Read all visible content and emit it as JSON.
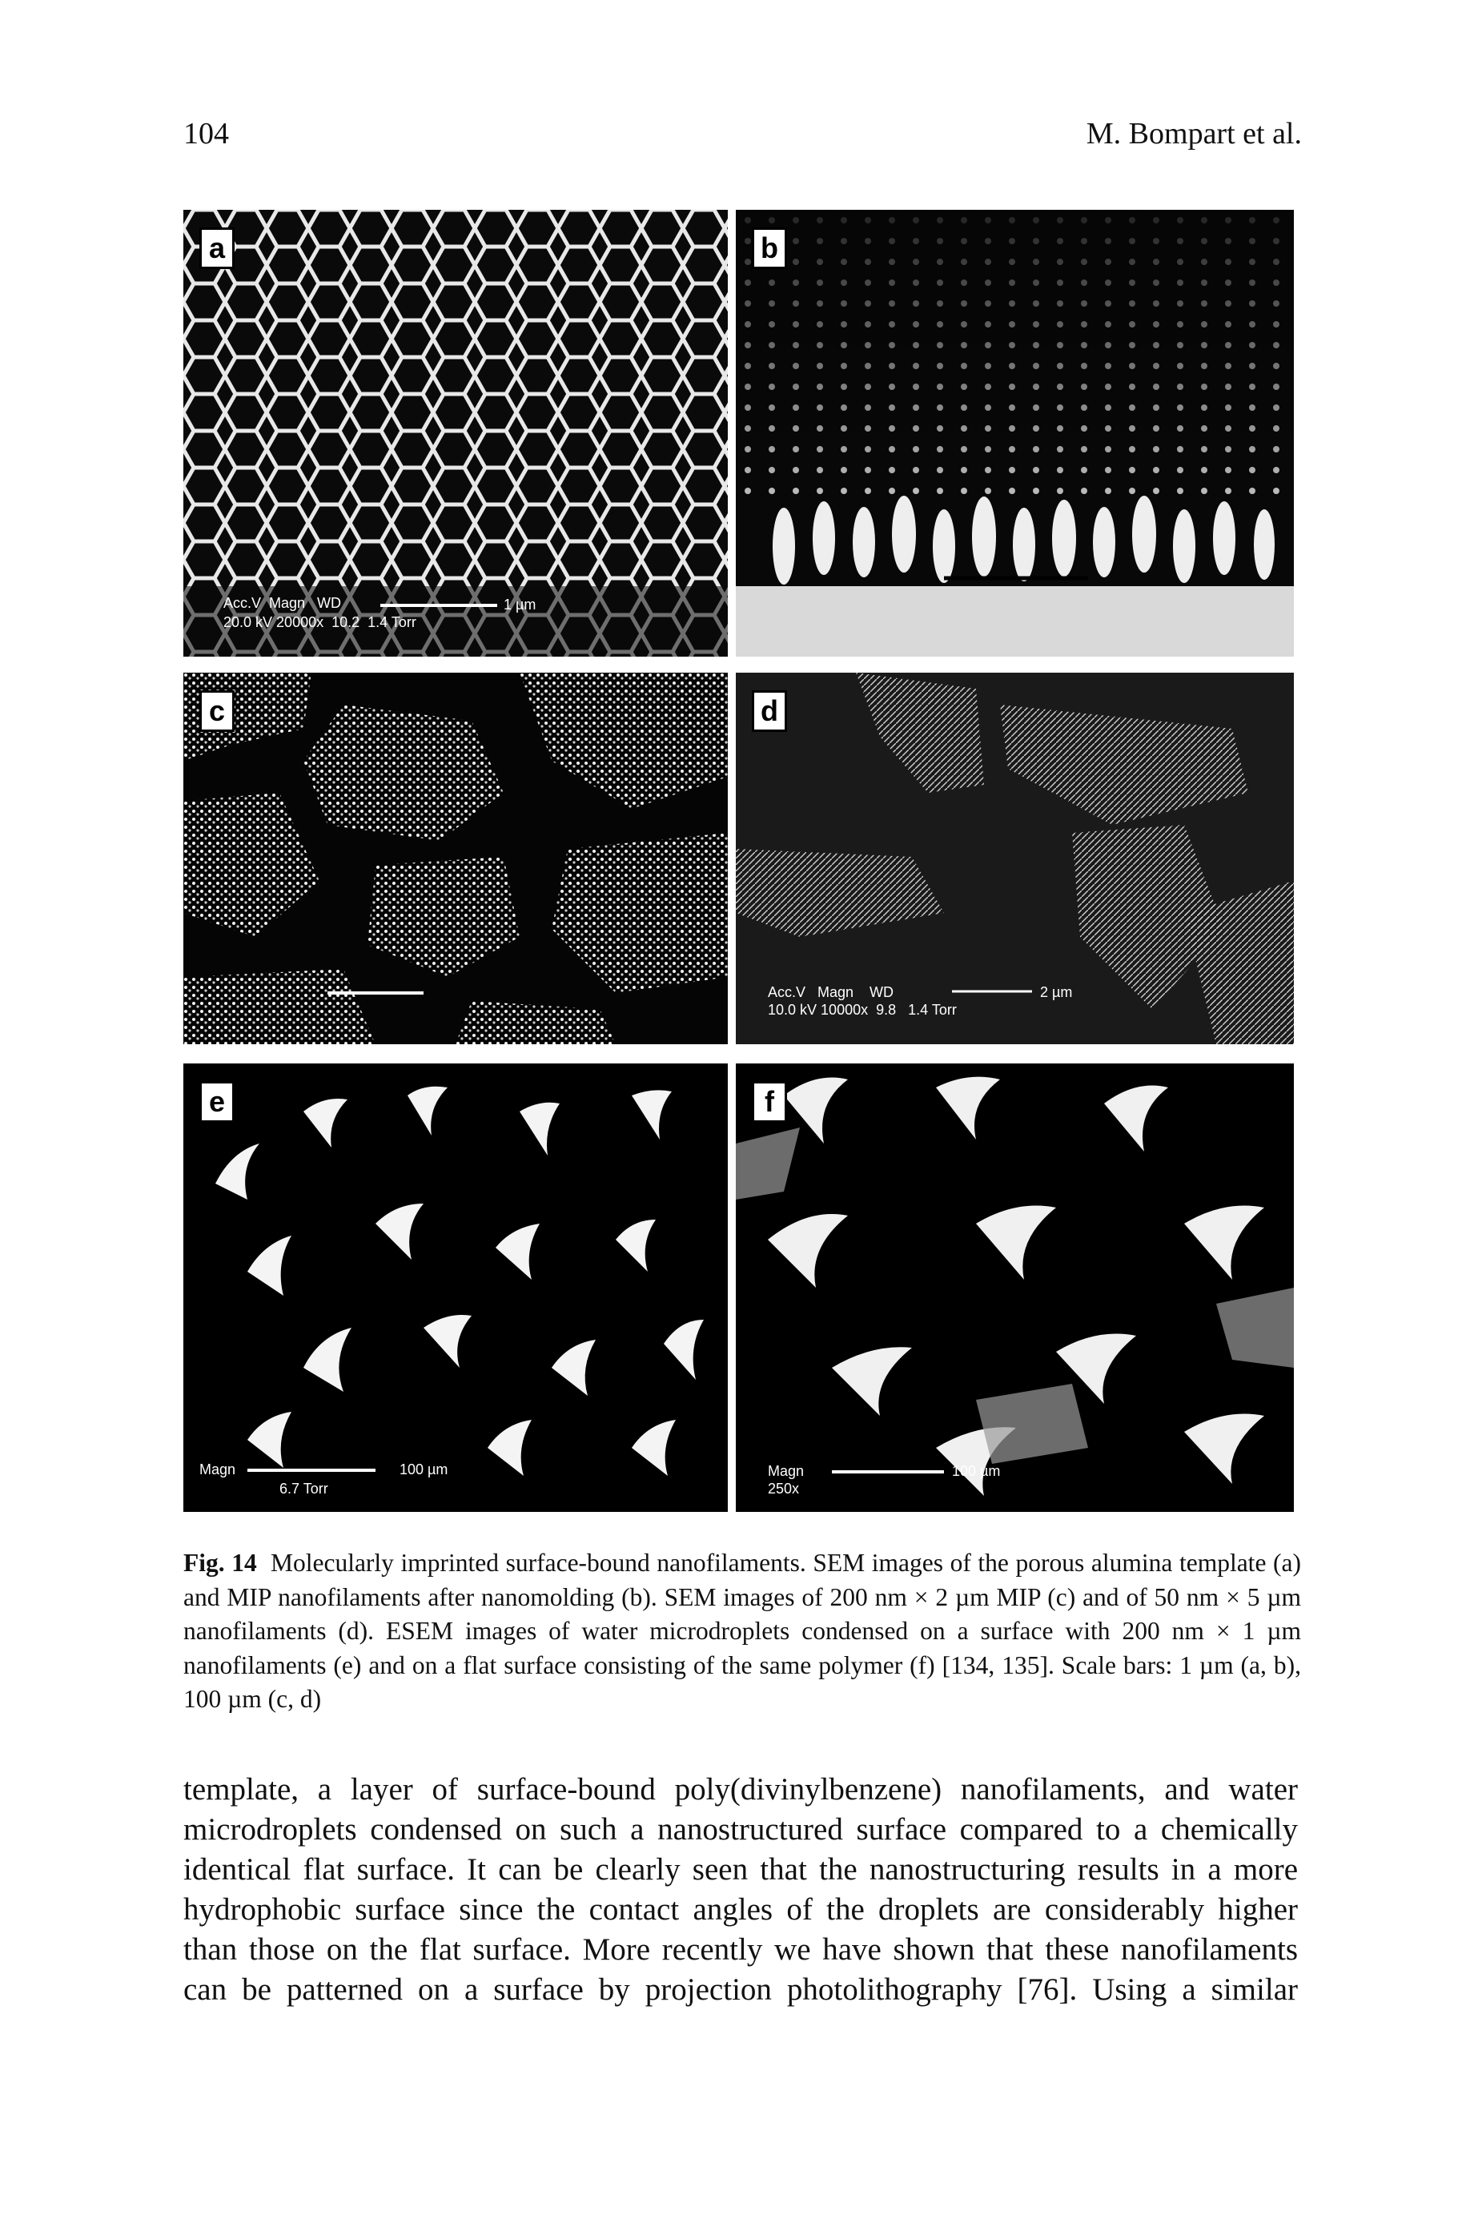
{
  "header": {
    "page_number": "104",
    "authors": "M. Bompart et al."
  },
  "figure": {
    "panels": [
      {
        "id": "a",
        "label": "a",
        "info_line1": "Acc.V  Magn   WD",
        "info_line2": "20.0 kV 20000x  10.2  1.4 Torr",
        "scale_text": "1 µm"
      },
      {
        "id": "b",
        "label": "b"
      },
      {
        "id": "c",
        "label": "c"
      },
      {
        "id": "d",
        "label": "d",
        "info_line1": "Acc.V   Magn    WD",
        "info_line2": "10.0 kV 10000x  9.8   1.4 Torr",
        "scale_text": "2 µm"
      },
      {
        "id": "e",
        "label": "e",
        "info_line1": "Magn",
        "info_line2": "6.7 Torr",
        "scale_text": "100 µm"
      },
      {
        "id": "f",
        "label": "f",
        "info_line1": "Magn",
        "info_line2": "250x",
        "scale_text": "100 µm"
      }
    ],
    "caption": {
      "lead": "Fig. 14",
      "text": "Molecularly imprinted surface-bound nanofilaments. SEM images of the porous alumina template (a) and MIP nanofilaments after nanomolding (b). SEM images of 200 nm × 2 µm MIP (c) and of 50 nm × 5 µm nanofilaments (d). ESEM images of water microdroplets condensed on a surface with 200 nm × 1 µm nanofilaments (e) and on a flat surface consisting of the same polymer (f) [134, 135]. Scale bars: 1 µm (a, b), 100 µm (c, d)"
    }
  },
  "body": {
    "lines": [
      "template, a layer of surface-bound poly(divinylbenzene) nanofilaments, and water",
      "microdroplets condensed on such a nanostructured surface compared to a chemically",
      "identical flat surface. It can be clearly seen that the nanostructuring results in a more",
      "hydrophobic surface since the contact angles of the droplets are considerably higher",
      "than those on the flat surface. More recently we have shown that these nanofilaments",
      "can be patterned on a surface by projection photolithography [76]. Using a similar"
    ]
  }
}
